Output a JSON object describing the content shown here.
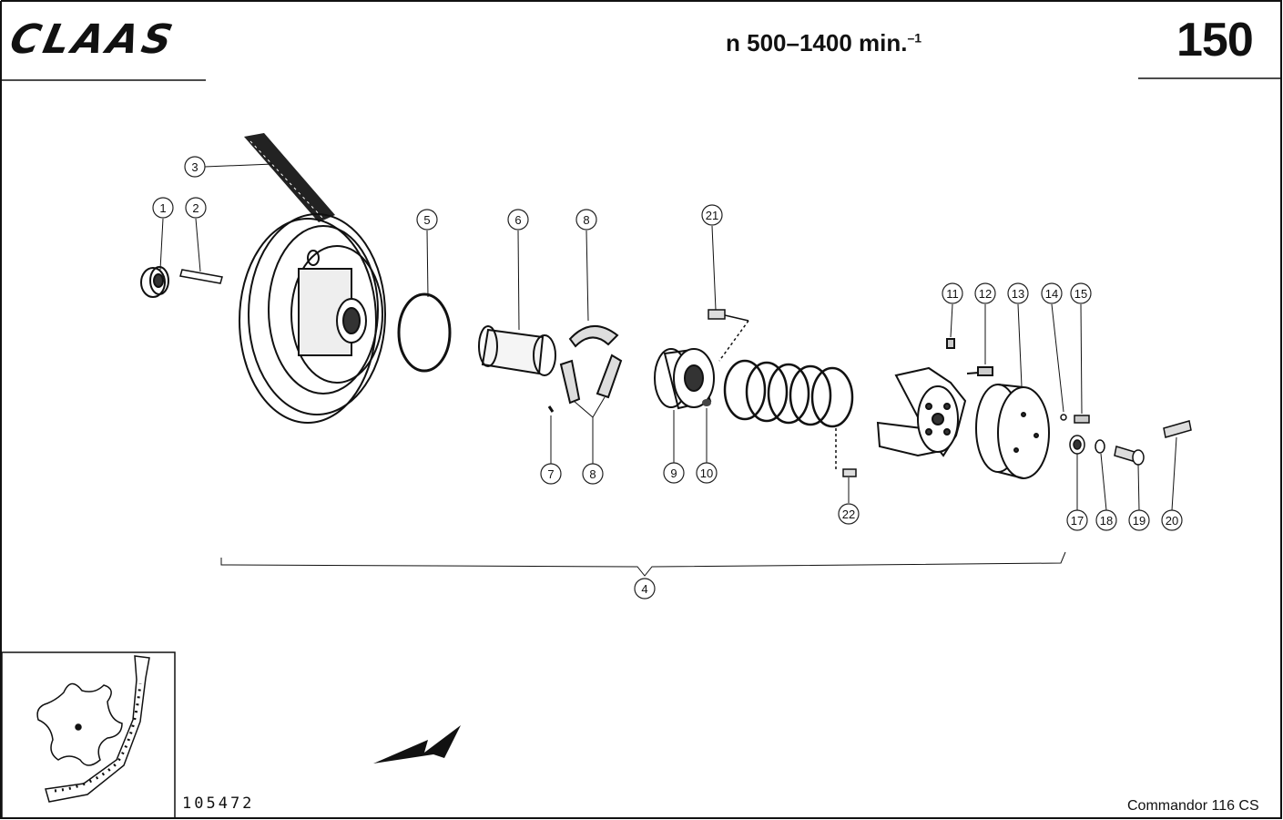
{
  "header": {
    "brand": "CLAAS",
    "speed_prefix": "n 500–1400 min.",
    "speed_exponent": "–1",
    "page_number": "150"
  },
  "footer": {
    "reference_number": "105472",
    "model": "Commandor 116 CS"
  },
  "callouts": [
    "1",
    "2",
    "3",
    "4",
    "5",
    "6",
    "7",
    "8",
    "8",
    "9",
    "10",
    "11",
    "12",
    "13",
    "14",
    "15",
    "17",
    "18",
    "19",
    "20",
    "21",
    "22"
  ]
}
